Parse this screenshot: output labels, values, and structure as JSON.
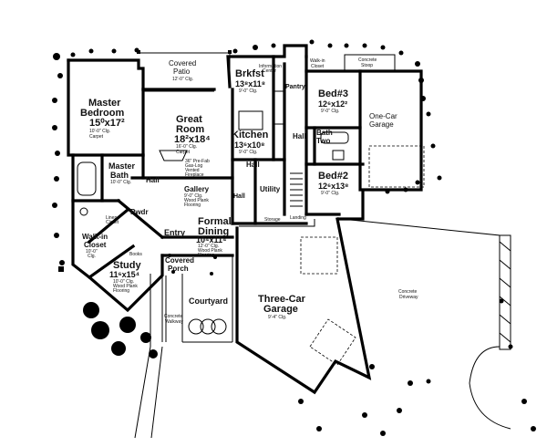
{
  "rooms": {
    "covered_patio": {
      "name": "Covered",
      "name2": "Patio",
      "note": "12'-0\" Clg."
    },
    "brkfst": {
      "name": "Brkfst",
      "dims": "13⁸x11⁸",
      "note": "9'-0\" Clg."
    },
    "info_center": {
      "name": "Information",
      "name2": "Center"
    },
    "pantry": {
      "name": "Pantry"
    },
    "walkin_closet_top": {
      "name": "Walk-in",
      "name2": "Closet"
    },
    "concrete_stoop": {
      "name": "Concrete",
      "name2": "Stoop"
    },
    "master_bedroom": {
      "name": "Master",
      "name2": "Bedroom",
      "dims": "15⁰x17²",
      "note": "10'-0\" Clg.",
      "note2": "Carpet"
    },
    "great_room": {
      "name": "Great",
      "name2": "Room",
      "dims": "18²x18⁴",
      "note": "16'-0\" Clg.",
      "note2": "Carpet"
    },
    "kitchen": {
      "name": "Kitchen",
      "dims": "13⁶x10⁸",
      "note": "9'-0\" Clg."
    },
    "bed3": {
      "name": "Bed#3",
      "dims": "12⁶x12²",
      "note": "9'-0\" Clg."
    },
    "one_car_garage": {
      "name": "One-Car",
      "name2": "Garage"
    },
    "bath_two": {
      "name": "Bath",
      "name2": "Two"
    },
    "hall_right": {
      "name": "Hall"
    },
    "master_bath": {
      "name": "Master",
      "name2": "Bath",
      "note": "10'-0\" Clg."
    },
    "hall_left": {
      "name": "Hall"
    },
    "gallery": {
      "name": "Gallery",
      "note": "9'-0\" Clg.",
      "note2": "Wood Plank",
      "note3": "Flooring"
    },
    "fireplace": {
      "note": "36\" Pre-Fab",
      "note2": "Gas-Log",
      "note3": "Vented",
      "note4": "Fireplace"
    },
    "hall_center": {
      "name": "Hall"
    },
    "utility": {
      "name": "Utility"
    },
    "hall_small": {
      "name": "Hall"
    },
    "storage": {
      "name": "Storage"
    },
    "landing": {
      "name": "Landing"
    },
    "bed2": {
      "name": "Bed#2",
      "dims": "12⁶x13⁸",
      "note": "9'-0\" Clg."
    },
    "pwdr": {
      "name": "Pwdr"
    },
    "linen_closet": {
      "name": "Linen",
      "name2": "Closet"
    },
    "formal_dining": {
      "name": "Formal",
      "name2": "Dining",
      "dims": "10⁴x11⁴",
      "note": "12'-0\" Clg.",
      "note2": "Wood Plank",
      "note3": "Flooring"
    },
    "entry": {
      "name": "Entry"
    },
    "walkin_closet": {
      "name": "Walk-in",
      "name2": "Closet",
      "note": "10'-0\"",
      "note2": "Clg."
    },
    "books": {
      "name": "Books"
    },
    "covered_porch": {
      "name": "Covered",
      "name2": "Porch"
    },
    "study": {
      "name": "Study",
      "dims": "11⁶x15⁴",
      "note": "10'-0\" Clg.",
      "note2": "Wood Plank",
      "note3": "Flooring"
    },
    "courtyard": {
      "name": "Courtyard"
    },
    "three_car_garage": {
      "name": "Three-Car",
      "name2": "Garage",
      "note": "9'-4\" Clg."
    },
    "concrete_driveway": {
      "name": "Concrete",
      "name2": "Driveway"
    },
    "concrete_walkway": {
      "name": "Concrete",
      "name2": "Walkway"
    }
  }
}
